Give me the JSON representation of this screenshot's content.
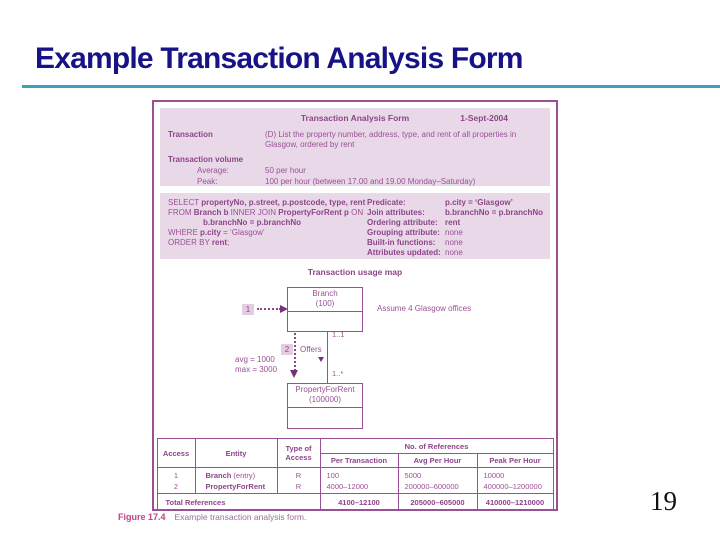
{
  "slide": {
    "title": "Example Transaction Analysis Form",
    "page_number": "19"
  },
  "form": {
    "header": {
      "title": "Transaction Analysis Form",
      "date": "1-Sept-2004"
    },
    "transaction_label": "Transaction",
    "transaction_description": "(D) List the property number, address, type, and rent of all properties in Glasgow, ordered by rent",
    "volume_label": "Transaction volume",
    "volume_rows": [
      {
        "label": "Average:",
        "value": "50 per hour"
      },
      {
        "label": "Peak:",
        "value": "100 per hour (between 17.00 and 19.00 Monday–Saturday)"
      }
    ],
    "sql": {
      "line1_kw": "SELECT ",
      "line1_b": "propertyNo, p.street, p.postcode, type, rent",
      "line2_kw1": "FROM ",
      "line2_b1": "Branch b",
      "line2_kw2": " INNER JOIN ",
      "line2_b2": "PropertyForRent p",
      "line2_kw3": " ON",
      "line3_b": "b.branchNo = p.branchNo",
      "line4_kw": "WHERE ",
      "line4_b": "p.city",
      "line4_rest": " = ‘Glasgow’",
      "line5_kw": "ORDER BY ",
      "line5_b": "rent",
      "line5_rest": ";"
    },
    "analysis": [
      {
        "label": "Predicate:",
        "value": "p.city = ‘Glasgow’"
      },
      {
        "label": "Join attributes:",
        "value": "b.branchNo = p.branchNo"
      },
      {
        "label": "Ordering attribute:",
        "value": "rent"
      },
      {
        "label": "Grouping attribute:",
        "value": "none"
      },
      {
        "label": "Built-in functions:",
        "value": "none"
      },
      {
        "label": "Attributes updated:",
        "value": "none"
      }
    ],
    "usage_map": {
      "title": "Transaction usage map",
      "branch_name": "Branch",
      "branch_count": "(100)",
      "property_name": "PropertyForRent",
      "property_count": "(100000)",
      "annotation": "Assume 4 Glasgow offices",
      "access1": "1",
      "access2": "2",
      "cardinality_top": "1..1",
      "cardinality_bottom": "1..*",
      "relationship": "Offers",
      "avg_label": "avg = 1000",
      "max_label": "max = 3000"
    },
    "table": {
      "col_access": "Access",
      "col_entity": "Entity",
      "col_type": "Type of Access",
      "col_refs": "No. of References",
      "col_per_tx": "Per Transaction",
      "col_avg": "Avg Per Hour",
      "col_peak": "Peak Per Hour",
      "rows": [
        {
          "access": "1",
          "entity_name": "Branch",
          "entity_note": " (entry)",
          "type": "R",
          "per_tx": "100",
          "avg": "5000",
          "peak": "10000"
        },
        {
          "access": "2",
          "entity_name": "PropertyForRent",
          "entity_note": "",
          "type": "R",
          "per_tx": "4000–12000",
          "avg": "200000–600000",
          "peak": "400000–1200000"
        }
      ],
      "total_label": "Total References",
      "total_per_tx": "4100–12100",
      "total_avg": "205000–605000",
      "total_peak": "410000–1210000"
    },
    "caption": {
      "label": "Figure 17.4",
      "text": "Example transaction analysis form."
    }
  },
  "colors": {
    "title_navy": "#171387",
    "rule_teal": "#3aa3ba",
    "form_purple": "#9a5096",
    "panel_pink": "#e9d9e8",
    "caption_magenta": "#c54089"
  }
}
